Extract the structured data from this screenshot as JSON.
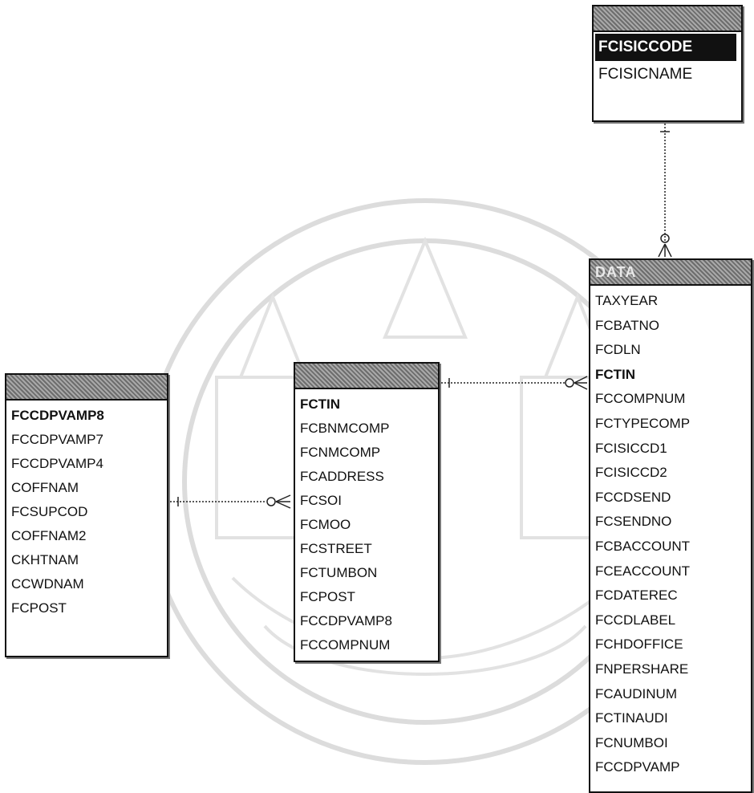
{
  "entities": {
    "sic": {
      "title": "",
      "fields": [
        "FCISICCODE",
        "FCISICNAME"
      ]
    },
    "data": {
      "title": "DATA",
      "fields": [
        "TAXYEAR",
        "FCBATNO",
        "FCDLN",
        "FCTIN",
        "FCCOMPNUM",
        "FCTYPECOMP",
        "FCISICCD1",
        "FCISICCD2",
        "FCCDSEND",
        "FCSENDNO",
        "FCBACCOUNT",
        "FCEACCOUNT",
        "FCDATEREC",
        "FCCDLABEL",
        "FCHDOFFICE",
        "FNPERSHARE",
        "FCAUDINUM",
        "FCTINAUDI",
        "FCNUMBOI",
        "FCCDPVAMP"
      ]
    },
    "buss": {
      "title": "",
      "fields": [
        "FCTIN",
        "FCBNMCOMP",
        "FCNMCOMP",
        "FCADDRESS",
        "FCSOI",
        "FCMOO",
        "FCSTREET",
        "FCTUMBON",
        "FCPOST",
        "FCCDPVAMP8",
        "FCCOMPNUM"
      ]
    },
    "ref": {
      "title": "",
      "fields": [
        "FCCDPVAMP8",
        "FCCDPVAMP7",
        "FCCDPVAMP4",
        "COFFNAM",
        "FCSUPCOD",
        "COFFNAM2",
        "CKHTNAM",
        "CCWDNAM",
        "FCPOST"
      ]
    }
  },
  "colors": {
    "border": "#111111",
    "title_bar": "#8a8a8a",
    "watermark": "#dedede"
  }
}
